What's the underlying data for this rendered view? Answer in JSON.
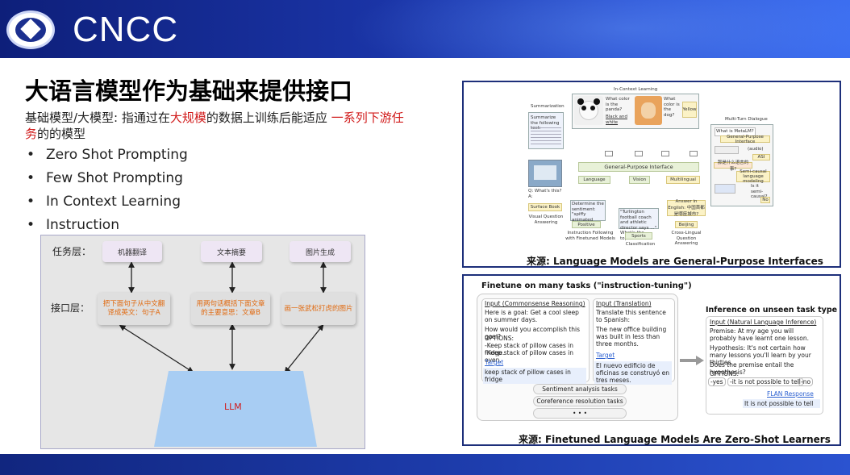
{
  "header": {
    "logo_text": "CNCC"
  },
  "slide": {
    "title": "大语言模型作为基础来提供接口",
    "definition": {
      "prefix": "基础模型/大模型:   指通过在",
      "highlight1": "大规模",
      "middle": "的数据上训练后能适应 ",
      "highlight2": "一系列下游任务",
      "suffix": "的的模型"
    },
    "bullets": [
      "Zero Shot Prompting",
      "Few Shot Prompting",
      "In Context Learning",
      "Instruction"
    ]
  },
  "diagram": {
    "task_layer_label": "任务层：",
    "interface_layer_label": "接口层：",
    "tasks": [
      "机器翻译",
      "文本摘要",
      "图片生成"
    ],
    "interfaces": [
      "把下面句子从中文翻译成英文：句子A",
      "用两句话概括下面文章的主要意思：文章B",
      "画一张武松打虎的图片"
    ],
    "llm_label": "LLM"
  },
  "top_panel": {
    "caption": "来源:   Language Models are General-Purpose Interfaces",
    "labels": {
      "in_context": "In-Context Learning",
      "summarization": "Summarization",
      "summarize_prompt": "Summarize the following text:",
      "panda_q": "What color is the panda?",
      "panda_a": "Black and white",
      "dog_q": "What color is the dog?",
      "dog_a": "Yellow",
      "multi_turn": "Multi-Turn Dialogue",
      "dialog_q1": "What is MetaLM?",
      "dialog_a1": "General-Purpose Interface",
      "dialog_q2": "(audio)",
      "dialog_a2": "ASI",
      "dialog_q3": "那是什么语言的事?",
      "dialog_a3": "Semi-causal language modeling",
      "dialog_q4": "Is it semi-causal?",
      "dialog_a4": "No",
      "gpi": "General-Purpose Interface",
      "language": "Language",
      "vision": "Vision",
      "multilingual": "Multilingual",
      "vqa_q": "Q: What's this? A:",
      "vqa_a": "Surface Book",
      "vqa_label": "Visual Question Answering",
      "sentiment_q": "Determine the sentiment: \"spiffy animated feature\"",
      "sentiment_a": "Positive",
      "if_label": "Instruction Following with Finetuned Models",
      "cls_q": "\"Turlington football coach and athletic director says ...\" What's the topic?",
      "cls_a": "Sports",
      "cls_label": "Classification",
      "xl_q": "Answer in English: 中国首都是哪座城市?",
      "xl_a": "Beijing",
      "xl_label": "Cross-Lingual Question Answering"
    }
  },
  "bottom_panel": {
    "caption": "来源:   Finetuned Language Models Are Zero-Shot Learners",
    "finetune_title": "Finetune on many tasks (\"instruction-tuning\")",
    "card1": {
      "head": "Input (Commonsense Reasoning)",
      "line1": "Here is a goal: Get a cool sleep on summer days.",
      "line2": "How would you accomplish this goal?",
      "line3": "OPTIONS:",
      "opt1": "-Keep stack of pillow cases in fridge.",
      "opt2": "-Keep stack of pillow cases in oven.",
      "target_label": "Target",
      "target": "keep stack of pillow cases in fridge"
    },
    "card2": {
      "head": "Input (Translation)",
      "line1": "Translate this sentence to Spanish:",
      "line2": "The new office building was built in less than three months.",
      "target_label": "Target",
      "target": "El nuevo edificio de oficinas se construyó en tres meses."
    },
    "pills": [
      "Sentiment analysis tasks",
      "Coreference resolution tasks",
      "• • •"
    ],
    "inference_title": "Inference on unseen task type",
    "card3": {
      "head": "Input (Natural Language Inference)",
      "line1": "Premise: At my age you will probably have learnt one lesson.",
      "line2": "Hypothesis: It's not certain how many lessons you'll learn by your thirties.",
      "line3": "Does the premise entail the hypothesis?",
      "line4": "OPTIONS:",
      "opts": [
        "-yes",
        "-it is not possible to tell",
        "-no"
      ],
      "resp_label": "FLAN Response",
      "resp": "It is not possible to tell"
    }
  },
  "colors": {
    "header": "#1a34a6",
    "red_highlight": "#d11b1b",
    "panel_border": "#1d2f7a",
    "interface_text": "#e06a10"
  }
}
